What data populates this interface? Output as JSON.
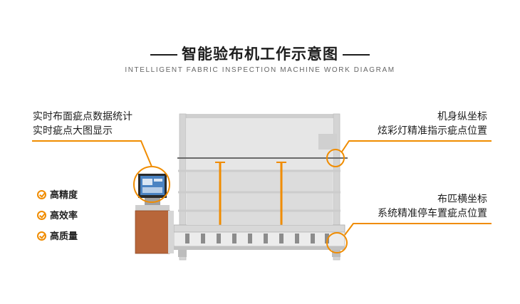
{
  "header": {
    "title": "智能验布机工作示意图",
    "subtitle": "INTELLIGENT FABRIC INSPECTION MACHINE WORK DIAGRAM"
  },
  "callouts": {
    "left_top": [
      "实时布面疵点数据统计",
      "实时疵点大图显示"
    ],
    "right_top": [
      "机身纵坐标",
      "炫彩灯精准指示疵点位置"
    ],
    "right_bottom": [
      "布匹横坐标",
      "系统精准停车置疵点位置"
    ]
  },
  "features": [
    "高精度",
    "高效率",
    "高质量"
  ],
  "colors": {
    "accent": "#f08c00",
    "cabinet": "#b8663a",
    "frame": "#c9c9c9",
    "fabric": "#e4e4e4"
  }
}
